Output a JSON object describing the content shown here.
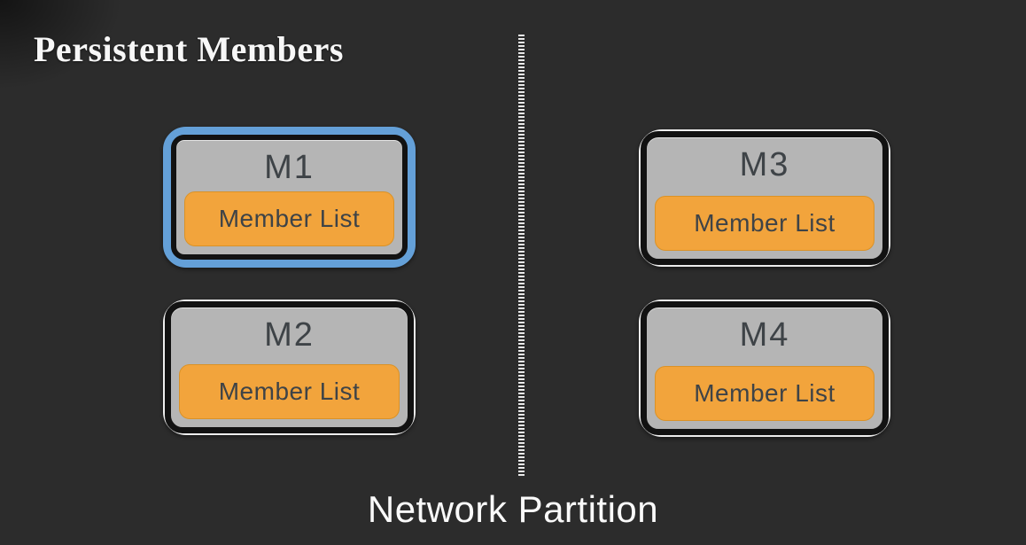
{
  "title": "Persistent Members",
  "partition": {
    "label": "Network Partition"
  },
  "nodes": [
    {
      "id": "m1",
      "label": "M1",
      "member_list_label": "Member List",
      "highlighted": true
    },
    {
      "id": "m2",
      "label": "M2",
      "member_list_label": "Member List",
      "highlighted": false
    },
    {
      "id": "m3",
      "label": "M3",
      "member_list_label": "Member List",
      "highlighted": false
    },
    {
      "id": "m4",
      "label": "M4",
      "member_list_label": "Member List",
      "highlighted": false
    }
  ],
  "colors": {
    "background": "#2c2c2c",
    "accent_blue": "#64a0d8",
    "accent_orange": "#f2a43c",
    "node_gray": "#b5b5b5",
    "node_border_black": "#121212",
    "text_dark": "#3e4347",
    "text_light": "#fafafa"
  }
}
